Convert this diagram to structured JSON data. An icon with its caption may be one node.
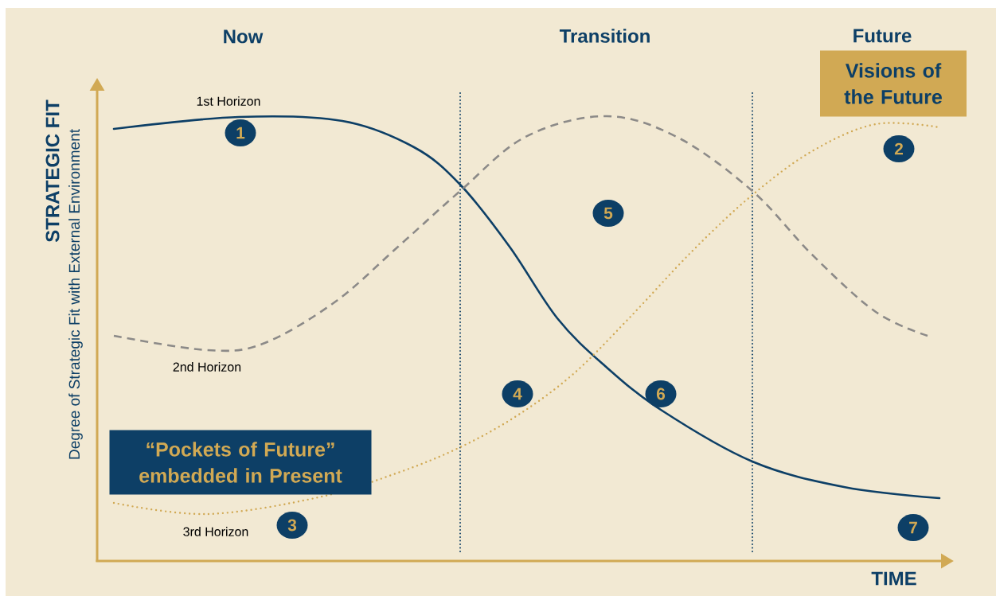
{
  "diagram": {
    "nodes": [
      {
        "text": [
          "Visions of the Future"
        ]
      },
      {
        "text": [
          "1"
        ]
      },
      {
        "text": [
          "2"
        ]
      },
      {
        "text": [
          "5"
        ]
      },
      {
        "text": [
          "4"
        ]
      },
      {
        "text": [
          "6"
        ]
      },
      {
        "text": [
          "“Pockets of Future” embedded in Present"
        ]
      },
      {
        "text": [
          "3"
        ]
      },
      {
        "text": [
          "7"
        ]
      }
    ],
    "labels": [
      "Now",
      "Transition",
      "Future",
      "STRATEGIC FIT",
      "Degree of Strategic Fit with External Environment",
      "1st Horizon",
      "2nd Horizon",
      "3rd Horizon",
      "TIME"
    ]
  }
}
